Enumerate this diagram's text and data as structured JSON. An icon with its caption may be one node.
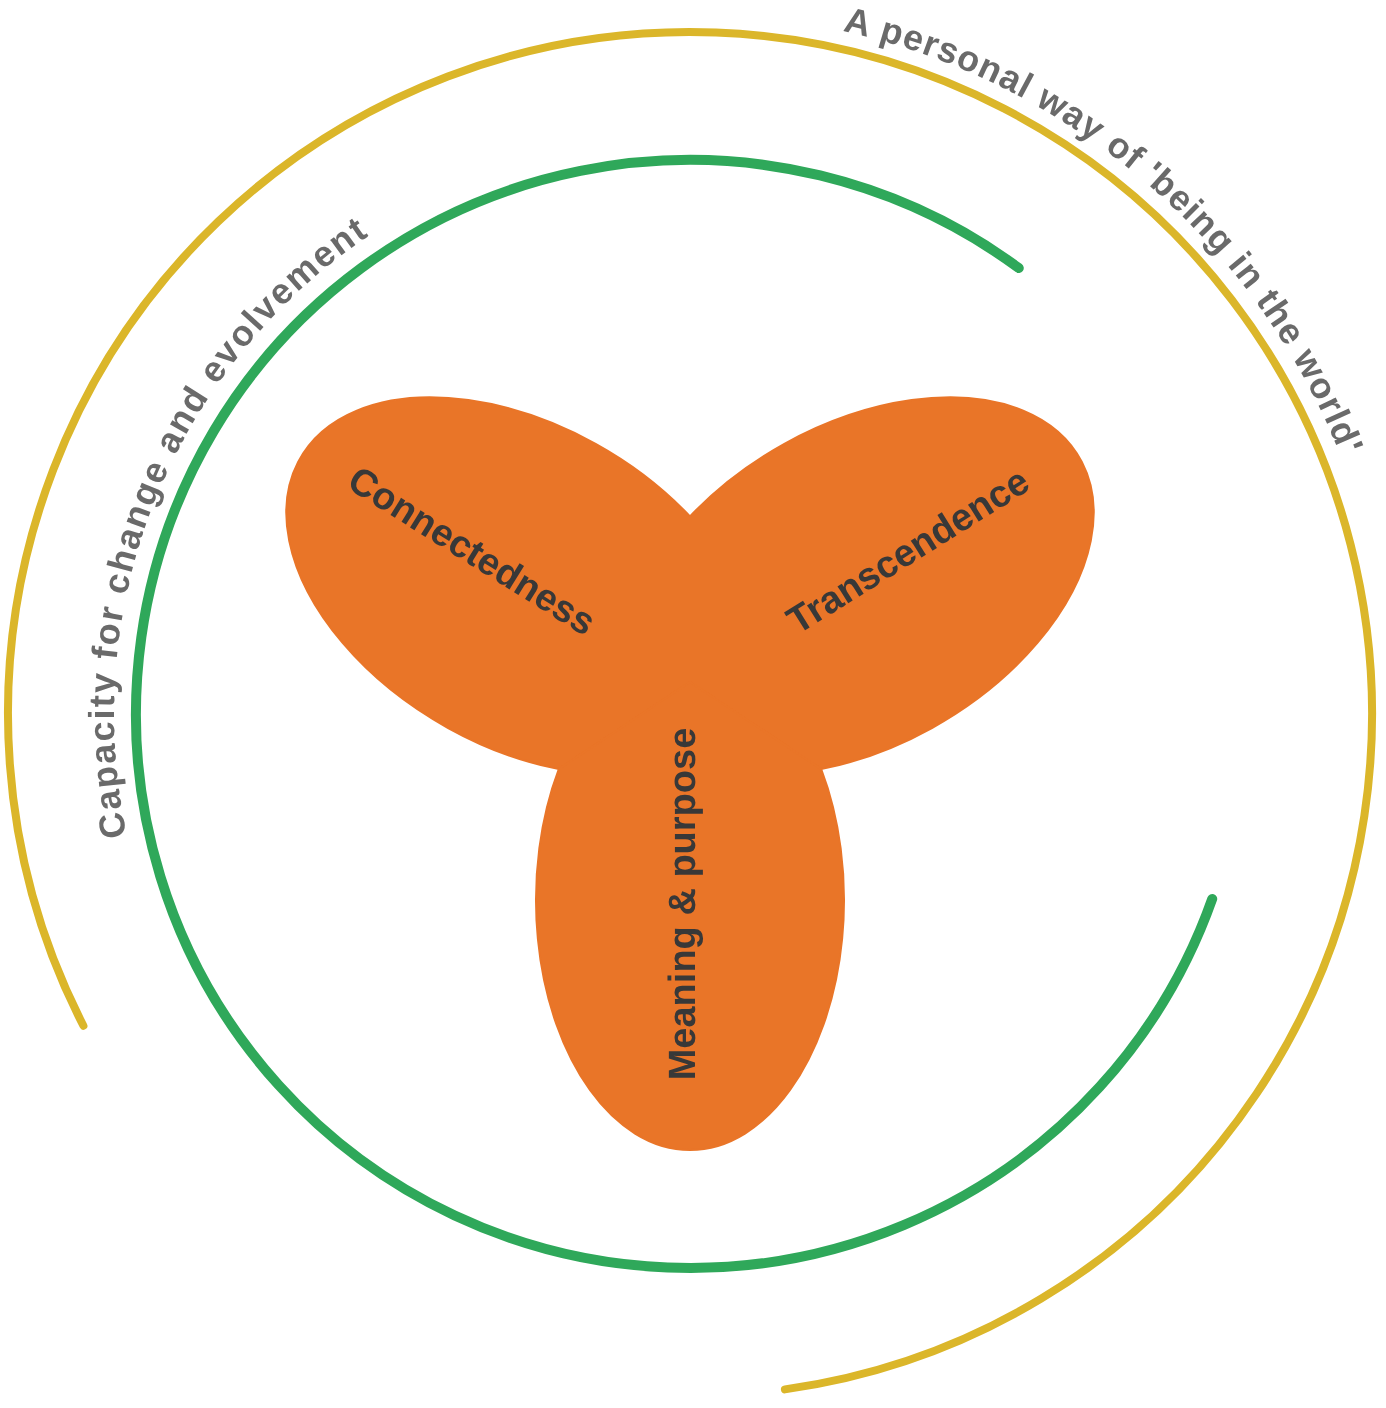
{
  "diagram": {
    "nodes": [
      {
        "text": [
          "Connectedness"
        ]
      },
      {
        "text": [
          "Transcendence"
        ]
      },
      {
        "text": [
          "Meaning & purpose"
        ]
      }
    ],
    "labels": [
      "A personal way of 'being in the world'",
      "Capacity for change and evolvement"
    ]
  }
}
